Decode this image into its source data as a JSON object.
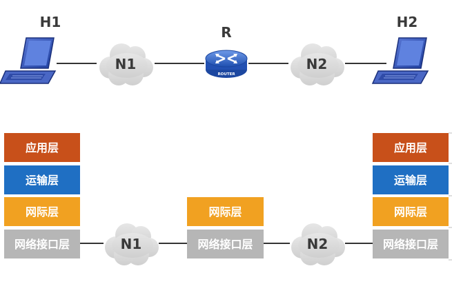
{
  "top": {
    "host_left": "H1",
    "host_right": "H2",
    "router": "R",
    "router_badge": "ROUTER",
    "net_left": "N1",
    "net_right": "N2"
  },
  "bottom": {
    "stack_left": [
      "应用层",
      "运输层",
      "网际层",
      "网络接口层"
    ],
    "stack_right": [
      "应用层",
      "运输层",
      "网际层",
      "网络接口层"
    ],
    "router_stack": [
      "网际层",
      "网络接口层"
    ],
    "net_left": "N1",
    "net_right": "N2"
  },
  "colors": {
    "application": "#c8501a",
    "transport": "#1f6fc3",
    "internet": "#f1a121",
    "interface": "#b6b6b6",
    "cloud": "#d9d9d9",
    "line": "#333333",
    "label": "#3a3a3a",
    "router": "#2d64c8"
  }
}
